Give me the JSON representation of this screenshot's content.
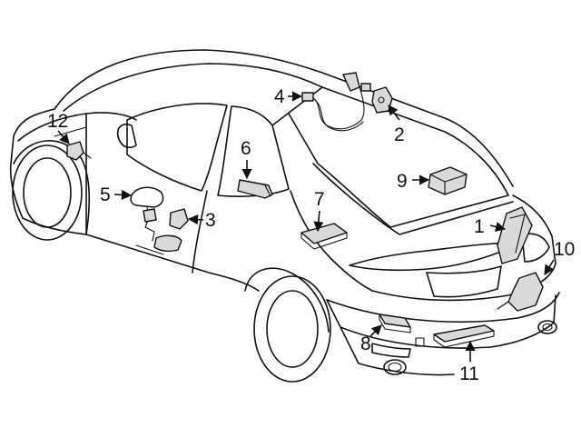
{
  "callouts": [
    {
      "id": "1",
      "label": "1"
    },
    {
      "id": "2",
      "label": "2"
    },
    {
      "id": "3",
      "label": "3"
    },
    {
      "id": "4",
      "label": "4"
    },
    {
      "id": "5",
      "label": "5"
    },
    {
      "id": "6",
      "label": "6"
    },
    {
      "id": "7",
      "label": "7"
    },
    {
      "id": "8",
      "label": "8"
    },
    {
      "id": "9",
      "label": "9"
    },
    {
      "id": "10",
      "label": "10"
    },
    {
      "id": "11",
      "label": "11"
    },
    {
      "id": "12",
      "label": "12"
    }
  ],
  "colors": {
    "line": "#111111",
    "background": "#ffffff",
    "part_fill": "#d9d9d9"
  }
}
